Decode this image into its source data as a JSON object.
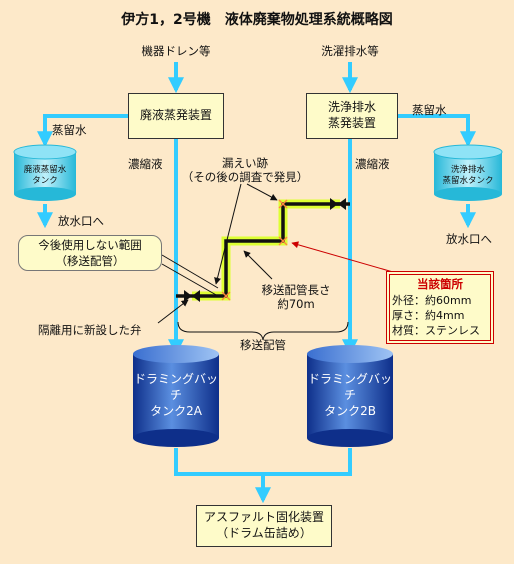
{
  "title": "伊方1，2号機　液体廃棄物処理系統概略図",
  "inputs": {
    "left": "機器ドレン等",
    "right": "洗濯排水等"
  },
  "evaporators": {
    "left": "廃液蒸発装置",
    "right_line1": "洗浄排水",
    "right_line2": "蒸発装置"
  },
  "distillate": {
    "left": "蒸留水",
    "right": "蒸留水"
  },
  "concentrate": {
    "left": "濃縮液",
    "right": "濃縮液"
  },
  "distillate_tanks": {
    "left_line1": "廃液蒸留水",
    "left_line2": "タンク",
    "right_line1": "洗浄排水",
    "right_line2": "蒸留水タンク"
  },
  "discharge": {
    "left": "放水口へ",
    "right": "放水口へ"
  },
  "leak_label": {
    "line1": "漏えい跡",
    "line2": "（その後の調査で発見）"
  },
  "unused_callout": {
    "line1": "今後使用しない範囲",
    "line2": "（移送配管）"
  },
  "pipe_length": {
    "line1": "移送配管長さ",
    "line2": "約70m"
  },
  "isolation_valve": "隔離用に新設した弁",
  "transfer_pipe": "移送配管",
  "location_box": {
    "title": "当該箇所",
    "outer_diameter": "外径：約60mm",
    "thickness": "厚さ：約4mm",
    "material": "材質：ステンレス"
  },
  "batch_tanks": {
    "a_line1": "ドラミングバッチ",
    "a_line2": "タンク2A",
    "b_line1": "ドラミングバッチ",
    "b_line2": "タンク2B"
  },
  "solidifier": {
    "line1": "アスファルト固化装置",
    "line2": "（ドラム缶詰め）"
  },
  "colors": {
    "background": "#fde9c9",
    "flow_line": "#33ccff",
    "box_fill": "#fefbc9",
    "pipe_highlight": "#ddff33",
    "alert_red": "#cc0000"
  }
}
